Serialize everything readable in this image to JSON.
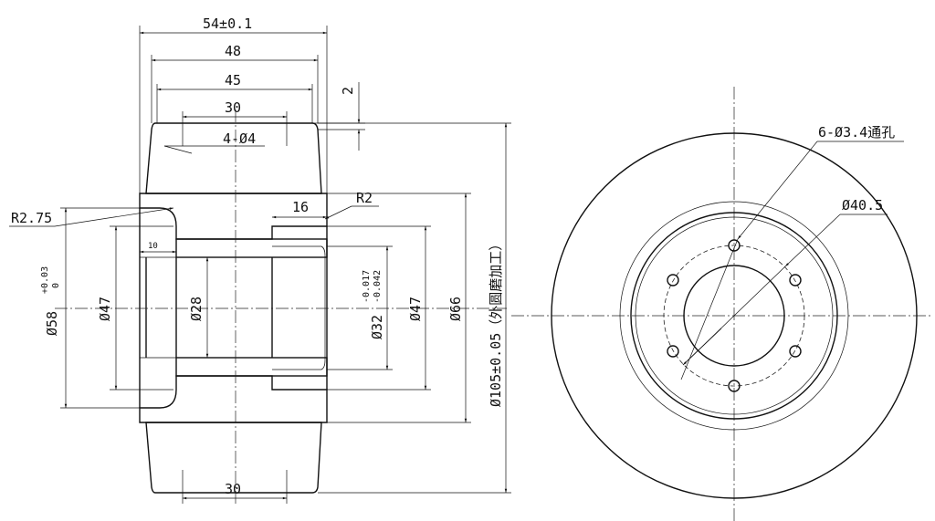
{
  "dimensions": {
    "overall_width": "54±0.1",
    "width_48": "48",
    "width_45": "45",
    "width_30_top": "30",
    "holes_4": "4-Ø4",
    "offset_2": "2",
    "depth_16": "16",
    "radius_r2": "R2",
    "radius_r275": "R2.75",
    "depth_10": "10",
    "dia_58": "Ø58",
    "dia_58_tol_upper": "+0.03",
    "dia_58_tol_lower": "0",
    "dia_47_left": "Ø47",
    "dia_28": "Ø28",
    "dia_32": "Ø32",
    "dia_32_tol_upper": "-0.017",
    "dia_32_tol_lower": "-0.042",
    "dia_47_right": "Ø47",
    "dia_66": "Ø66",
    "dia_105": "Ø105±0.05（外圆磨加工）",
    "width_30_bottom": "30",
    "through_holes": "6-Ø3.4通孔",
    "pcd_40_5": "Ø40.5"
  },
  "colors": {
    "line": "#111111",
    "background": "#ffffff"
  }
}
